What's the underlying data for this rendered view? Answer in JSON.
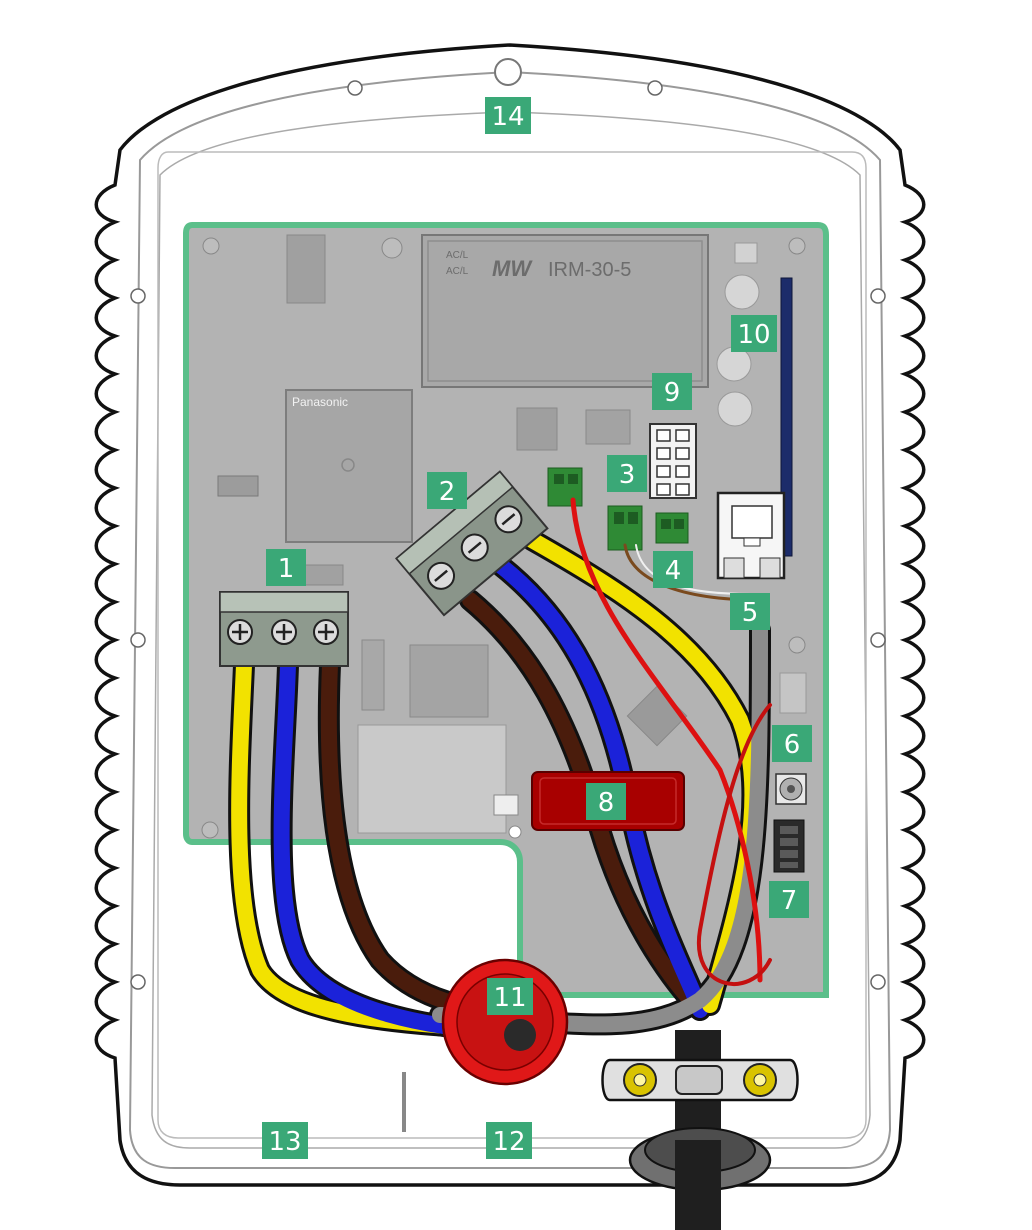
{
  "diagram": {
    "colors": {
      "callout": "#3aa877",
      "pcb": "#b3b3b3",
      "pcb_border": "#5bbf8a",
      "wire_yellow": "#f2e200",
      "wire_blue": "#1b22d9",
      "wire_brown": "#4a1c0c",
      "wire_grey": "#8c8c8c",
      "wire_red": "#dd1111",
      "relay_red": "#a80000",
      "gland_red": "#e01818",
      "terminal_green": "#2f8a35"
    },
    "pcb_labels": {
      "power_module": "IRM-30-5",
      "power_logo": "MW",
      "relay_brand": "Panasonic",
      "ac1": "AC/L",
      "ac2": "AC/L"
    },
    "callouts": [
      {
        "id": "callout-1",
        "label": "1"
      },
      {
        "id": "callout-2",
        "label": "2"
      },
      {
        "id": "callout-3",
        "label": "3"
      },
      {
        "id": "callout-4",
        "label": "4"
      },
      {
        "id": "callout-5",
        "label": "5"
      },
      {
        "id": "callout-6",
        "label": "6"
      },
      {
        "id": "callout-7",
        "label": "7"
      },
      {
        "id": "callout-8",
        "label": "8"
      },
      {
        "id": "callout-9",
        "label": "9"
      },
      {
        "id": "callout-10",
        "label": "10"
      },
      {
        "id": "callout-11",
        "label": "11"
      },
      {
        "id": "callout-12",
        "label": "12"
      },
      {
        "id": "callout-13",
        "label": "13"
      },
      {
        "id": "callout-14",
        "label": "14"
      }
    ]
  }
}
